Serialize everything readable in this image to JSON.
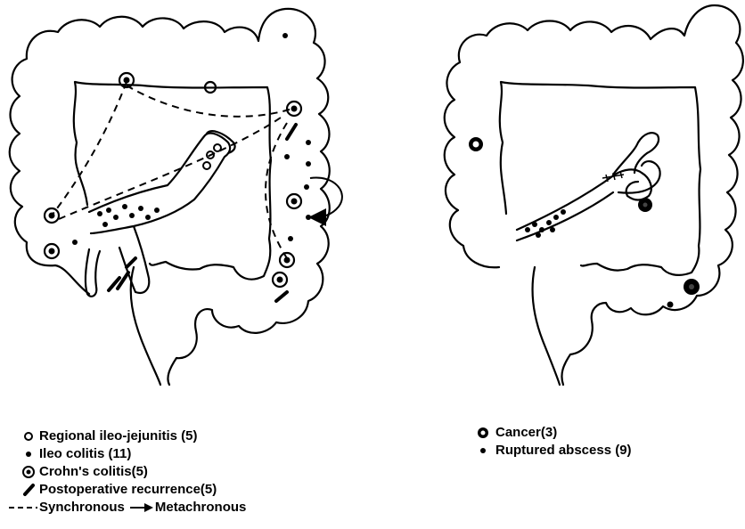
{
  "diagram": {
    "left_legend": {
      "items": [
        {
          "symbol": "open-circle-icon",
          "label": "Regional ileo-jejunitis (5)"
        },
        {
          "symbol": "dot-icon",
          "label": "Ileo colitis (11)"
        },
        {
          "symbol": "double-circle-icon",
          "label": "Crohn's colitis(5)"
        },
        {
          "symbol": "slash-mark-icon",
          "label": "Postoperative recurrence(5)"
        }
      ],
      "line_legend": {
        "dashed_label": "Synchronous",
        "arrow_label": "Metachronous"
      }
    },
    "right_legend": {
      "items": [
        {
          "symbol": "cancer-icon",
          "label": "Cancer(3)"
        },
        {
          "symbol": "dot-icon",
          "label": "Ruptured abscess (9)"
        }
      ]
    }
  }
}
